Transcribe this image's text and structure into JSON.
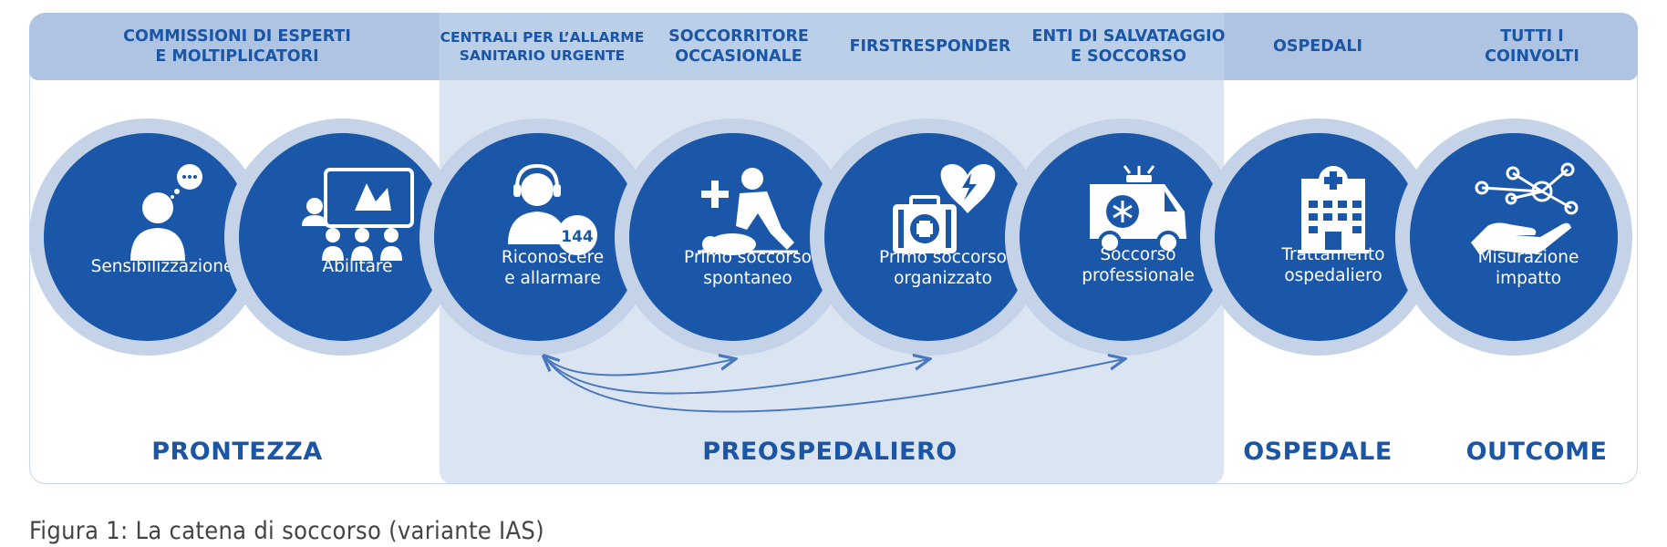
{
  "headers": [
    {
      "text": "COMMISSIONI DI ESPERTI\nE MOLTIPLICATORI"
    },
    {
      "text": "CENTRALI PER L’ALLARME\nSANITARIO URGENTE"
    },
    {
      "text": "SOCCORRITORE\nOCCASIONALE"
    },
    {
      "text": "FIRSTRESPONDER"
    },
    {
      "text": "ENTI DI SALVATAGGIO\nE SOCCORSO"
    },
    {
      "text": "OSPEDALI"
    },
    {
      "text": "TUTTI I\nCOINVOLTI"
    }
  ],
  "steps": [
    {
      "label": "Sensibilizzazione",
      "icon": "person-speech-icon"
    },
    {
      "label": "Abilitare",
      "icon": "training-screen-icon"
    },
    {
      "label": "Riconoscere\ne allarmare",
      "icon": "headset-operator-icon",
      "badge": "144"
    },
    {
      "label": "Primo soccorso\nspontaneo",
      "icon": "cpr-icon"
    },
    {
      "label": "Primo soccorso\norganizzato",
      "icon": "first-aid-kit-heart-icon"
    },
    {
      "label": "Soccorso\nprofessionale",
      "icon": "ambulance-icon"
    },
    {
      "label": "Trattamento\nospedaliero",
      "icon": "hospital-icon"
    },
    {
      "label": "Misurazione\nimpatto",
      "icon": "network-hand-icon"
    }
  ],
  "phases": [
    "PRONTEZZA",
    "PREOSPEDALIERO",
    "OSPEDALE",
    "OUTCOME"
  ],
  "caption": "Figura 1: La catena di soccorso (variante IAS)",
  "colors": {
    "primary": "#1b57a8",
    "ring": "#c4d3e8",
    "header": "#aec4e2",
    "preBg": "#dbe5f2",
    "text": "#1a55a6"
  }
}
